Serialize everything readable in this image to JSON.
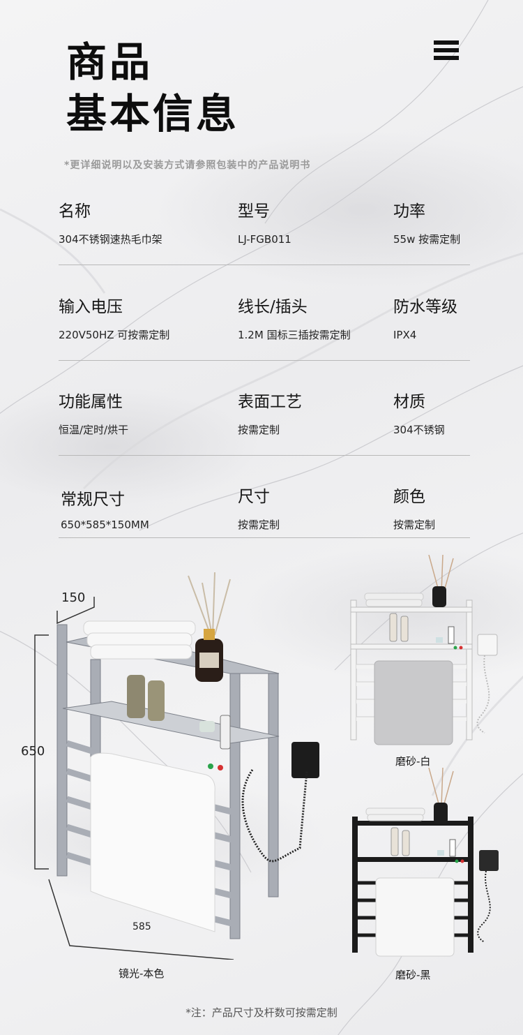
{
  "header": {
    "title_line1": "商品",
    "title_line2": "基本信息",
    "note": "*更详细说明以及安装方式请参照包装中的产品说明书"
  },
  "specs": [
    [
      {
        "label": "名称",
        "value": "304不锈钢速热毛巾架"
      },
      {
        "label": "型号",
        "value": "LJ-FGB011"
      },
      {
        "label": "功率",
        "value": "55w 按需定制"
      }
    ],
    [
      {
        "label": "输入电压",
        "value": "220V50HZ 可按需定制"
      },
      {
        "label": "线长/插头",
        "value": "1.2M 国标三插按需定制"
      },
      {
        "label": "防水等级",
        "value": "IPX4"
      }
    ],
    [
      {
        "label": "功能属性",
        "value": "恒温/定时/烘干"
      },
      {
        "label": "表面工艺",
        "value": "按需定制"
      },
      {
        "label": "材质",
        "value": "304不锈钢"
      }
    ],
    [
      {
        "label": "常规尺寸",
        "value": "650*585*150MM"
      },
      {
        "label": "尺寸",
        "value": "按需定制"
      },
      {
        "label": "颜色",
        "value": "按需定制"
      }
    ]
  ],
  "products": {
    "dim_depth": "150",
    "dim_height": "650",
    "dim_width": "585",
    "main_caption": "镜光-本色",
    "white_caption": "磨砂-白",
    "black_caption": "磨砂-黑"
  },
  "footer": {
    "note": "*注：产品尺寸及杆数可按需定制"
  },
  "colors": {
    "mirror_frame": "#a9adb5",
    "white_frame": "#f3f3f3",
    "black_frame": "#1b1b1b",
    "towel": "#f7f7f7"
  },
  "icons": {
    "menu": "hamburger-menu-icon"
  }
}
